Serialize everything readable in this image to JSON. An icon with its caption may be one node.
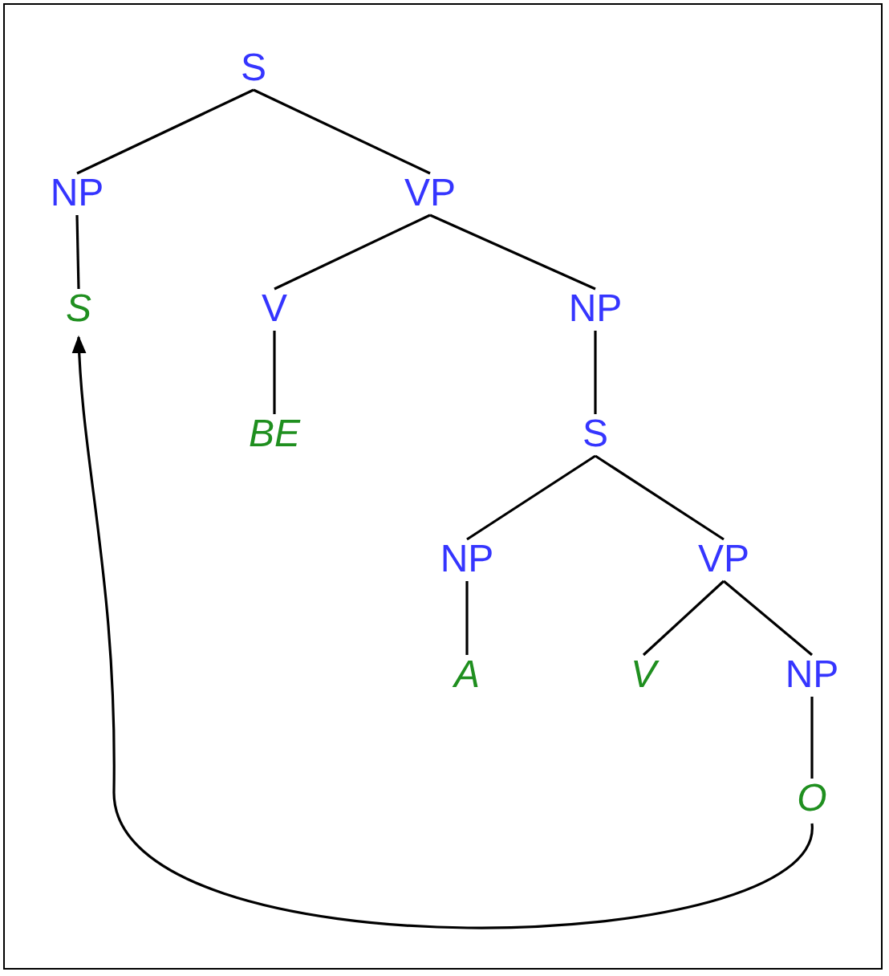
{
  "diagram": {
    "nodes": [
      {
        "text": [
          "S"
        ]
      },
      {
        "text": [
          "NP"
        ]
      },
      {
        "text": [
          "VP"
        ]
      },
      {
        "text": [
          "S"
        ]
      },
      {
        "text": [
          "V"
        ]
      },
      {
        "text": [
          "NP"
        ]
      },
      {
        "text": [
          "BE"
        ]
      },
      {
        "text": [
          "S"
        ]
      },
      {
        "text": [
          "NP"
        ]
      },
      {
        "text": [
          "VP"
        ]
      },
      {
        "text": [
          "A"
        ]
      },
      {
        "text": [
          "V"
        ]
      },
      {
        "text": [
          "NP"
        ]
      },
      {
        "text": [
          "O"
        ]
      }
    ],
    "edges": [
      {
        "from": 0,
        "to": 1,
        "arrow": "none"
      },
      {
        "from": 0,
        "to": 2,
        "arrow": "none"
      },
      {
        "from": 1,
        "to": 3,
        "arrow": "none"
      },
      {
        "from": 2,
        "to": 4,
        "arrow": "none"
      },
      {
        "from": 2,
        "to": 5,
        "arrow": "none"
      },
      {
        "from": 4,
        "to": 6,
        "arrow": "none"
      },
      {
        "from": 5,
        "to": 7,
        "arrow": "none"
      },
      {
        "from": 7,
        "to": 8,
        "arrow": "none"
      },
      {
        "from": 7,
        "to": 9,
        "arrow": "none"
      },
      {
        "from": 8,
        "to": 10,
        "arrow": "none"
      },
      {
        "from": 9,
        "to": 11,
        "arrow": "none"
      },
      {
        "from": 9,
        "to": 12,
        "arrow": "none"
      },
      {
        "from": 12,
        "to": 13,
        "arrow": "none"
      },
      {
        "from": 13,
        "to": 3,
        "arrow": "to"
      }
    ]
  }
}
